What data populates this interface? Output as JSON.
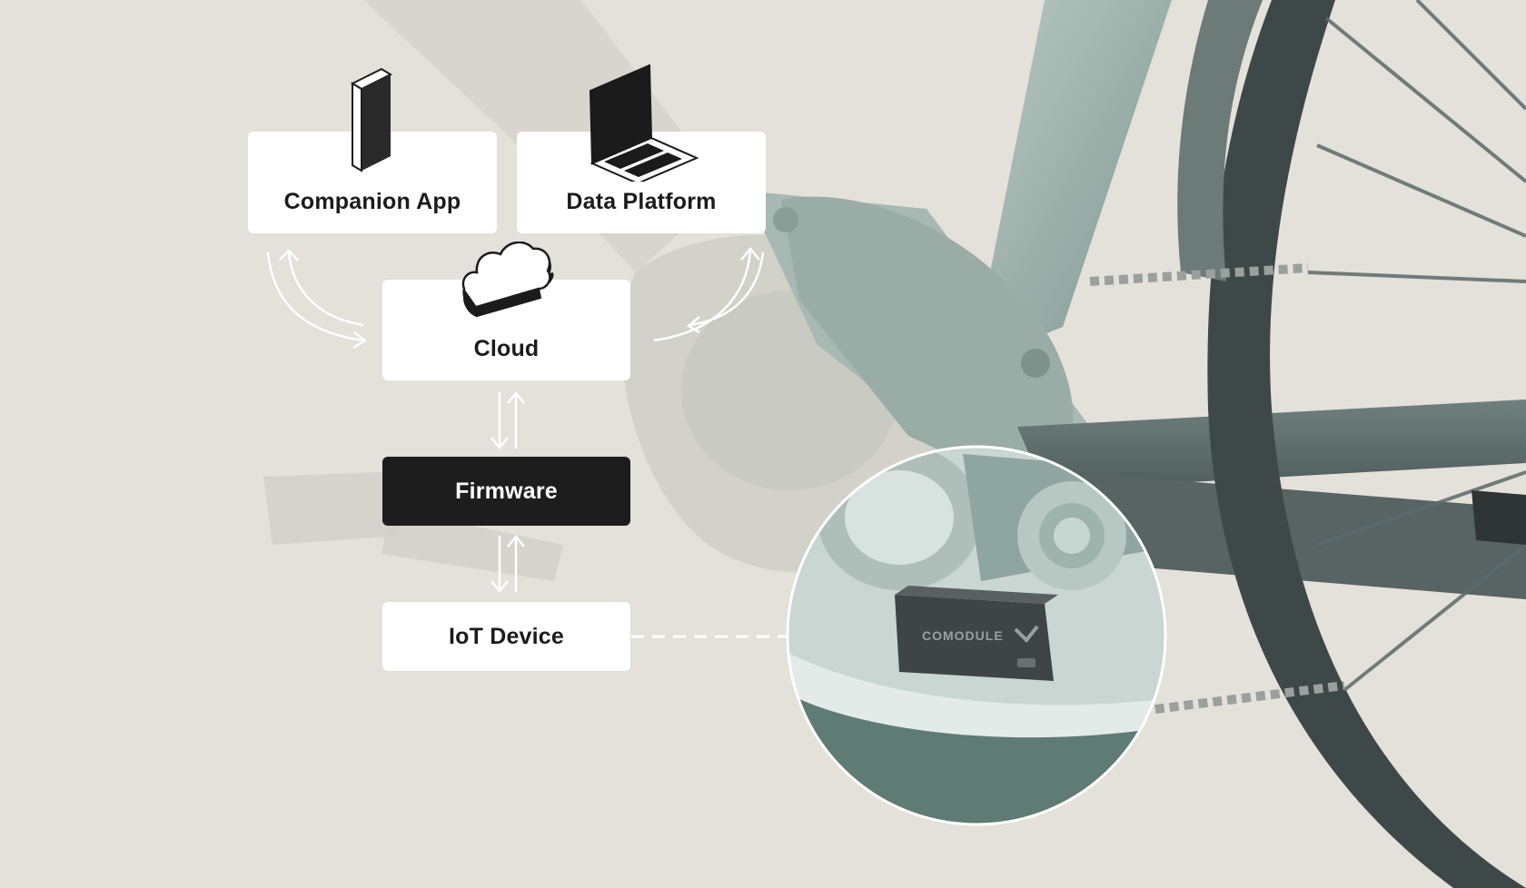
{
  "diagram": {
    "nodes": {
      "companion_app": {
        "label": "Companion App",
        "icon": "phone-icon"
      },
      "data_platform": {
        "label": "Data Platform",
        "icon": "laptop-icon"
      },
      "cloud": {
        "label": "Cloud",
        "icon": "cloud-icon"
      },
      "firmware": {
        "label": "Firmware"
      },
      "iot_device": {
        "label": "IoT Device"
      }
    },
    "device_brand": "COMODULE",
    "colors": {
      "background": "#e4e0da",
      "box": "#ffffff",
      "firmware_box": "#1e1d1d",
      "arrow": "#ffffff",
      "bike_frame": "#9fb3ad",
      "magnifier_bg": "#5f7c74"
    }
  }
}
